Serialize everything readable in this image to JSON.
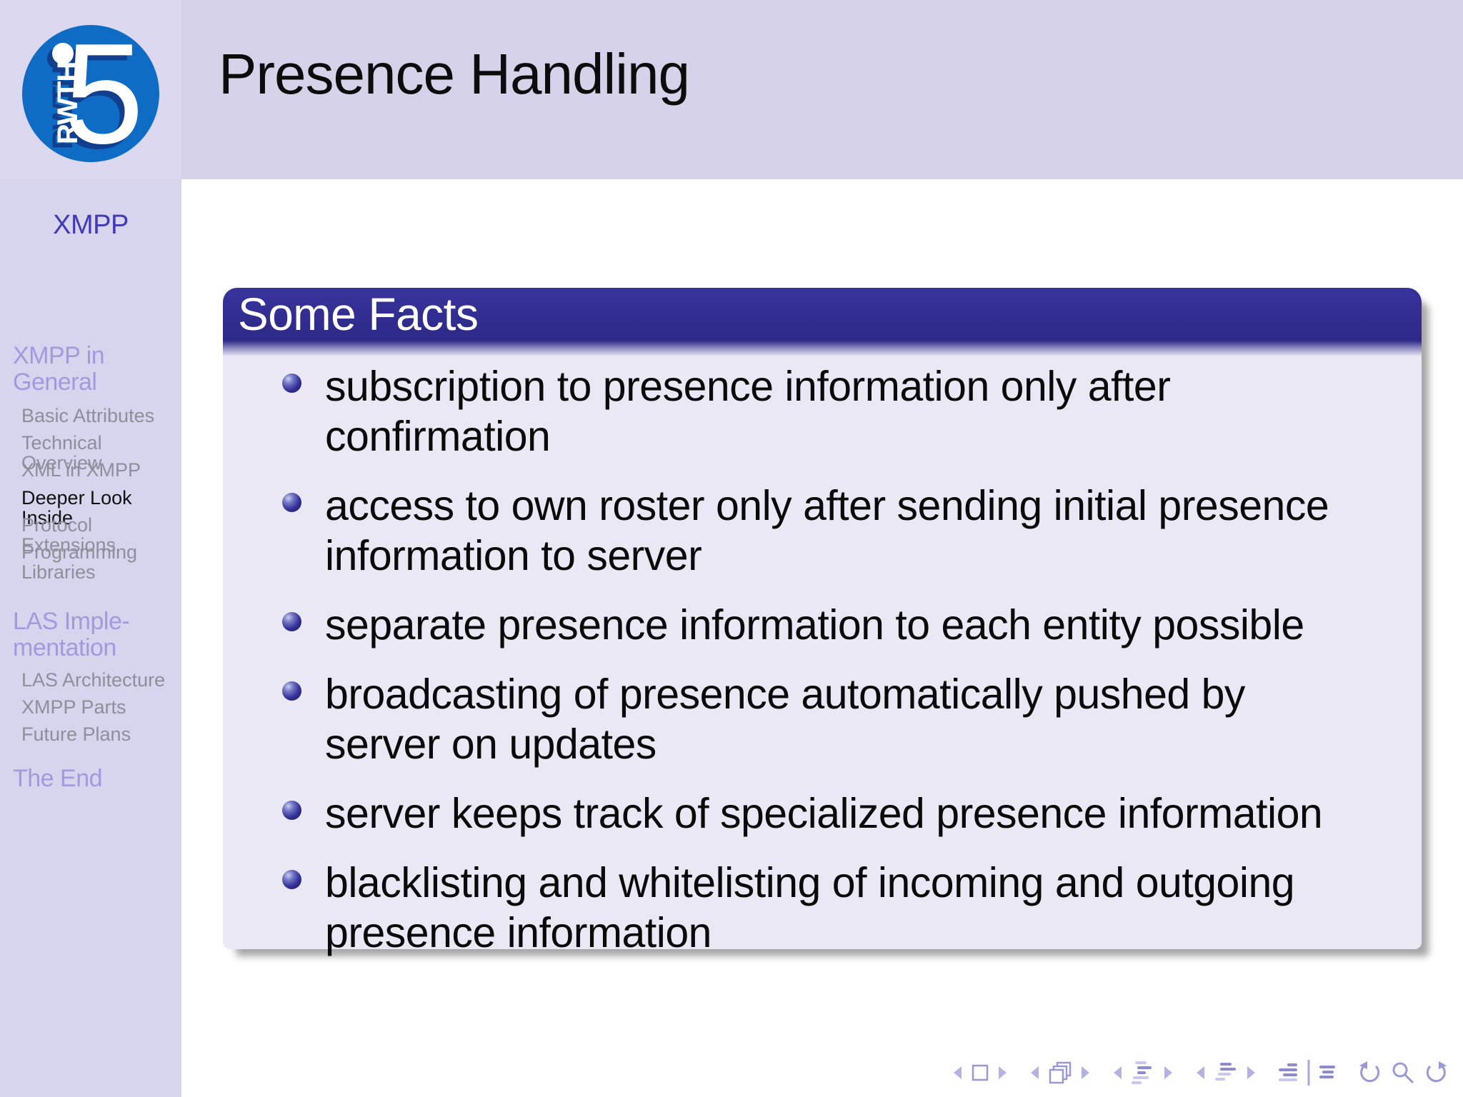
{
  "slide": {
    "title": "Presence Handling"
  },
  "logo": {
    "org": "RWTH",
    "number": "5"
  },
  "sidebar": {
    "title": "XMPP",
    "items": [
      {
        "label": "XMPP in\nGeneral",
        "type": "section",
        "state": "default"
      },
      {
        "label": "Basic Attributes",
        "type": "subsection",
        "state": "default"
      },
      {
        "label": "Technical Overview",
        "type": "subsection",
        "state": "default"
      },
      {
        "label": "XML in XMPP",
        "type": "subsection",
        "state": "default"
      },
      {
        "label": "Deeper Look Inside",
        "type": "subsection",
        "state": "current"
      },
      {
        "label": "Protocol Extensions",
        "type": "subsection",
        "state": "default"
      },
      {
        "label": "Programming\nLibraries",
        "type": "subsection",
        "state": "default"
      },
      {
        "label": "LAS Imple-\nmentation",
        "type": "section",
        "state": "default"
      },
      {
        "label": "LAS Architecture",
        "type": "subsection",
        "state": "default"
      },
      {
        "label": "XMPP Parts",
        "type": "subsection",
        "state": "default"
      },
      {
        "label": "Future Plans",
        "type": "subsection",
        "state": "default"
      },
      {
        "label": "The End",
        "type": "section",
        "state": "default"
      }
    ]
  },
  "block": {
    "title": "Some Facts",
    "bullets": [
      "subscription to presence information only after\nconfirmation",
      "access to own roster only after sending initial presence\ninformation to server",
      "separate presence information to each entity possible",
      "broadcasting of presence automatically pushed by\nserver on updates",
      "server keeps track of specialized presence information",
      "blacklisting and whitelisting of incoming and outgoing\npresence information"
    ]
  },
  "nav": {
    "icons": [
      "prev-slide",
      "slide",
      "next-slide",
      "prev-frame",
      "frames",
      "next-frame",
      "prev-subsection",
      "subsection-list",
      "next-subsection",
      "prev-section",
      "section-list",
      "next-section",
      "presentation-part",
      "appendix-part",
      "back",
      "search",
      "forward"
    ]
  },
  "colors": {
    "accent_navy": "#2d2987",
    "block_body": "#e9e8f4",
    "header_band": "#d5d2ea",
    "sidebar_bg": "#d7d4ee",
    "logo_corner": "#dbd8f0",
    "section_text": "#a09bdf",
    "subsection_text": "#8f8f9a",
    "current_text": "#111111",
    "sidebar_title": "#423ab5",
    "logo_blue": "#0f6cc4",
    "nav_icon_dark": "#8d8bd0",
    "nav_icon_light": "#c9c8ea"
  }
}
